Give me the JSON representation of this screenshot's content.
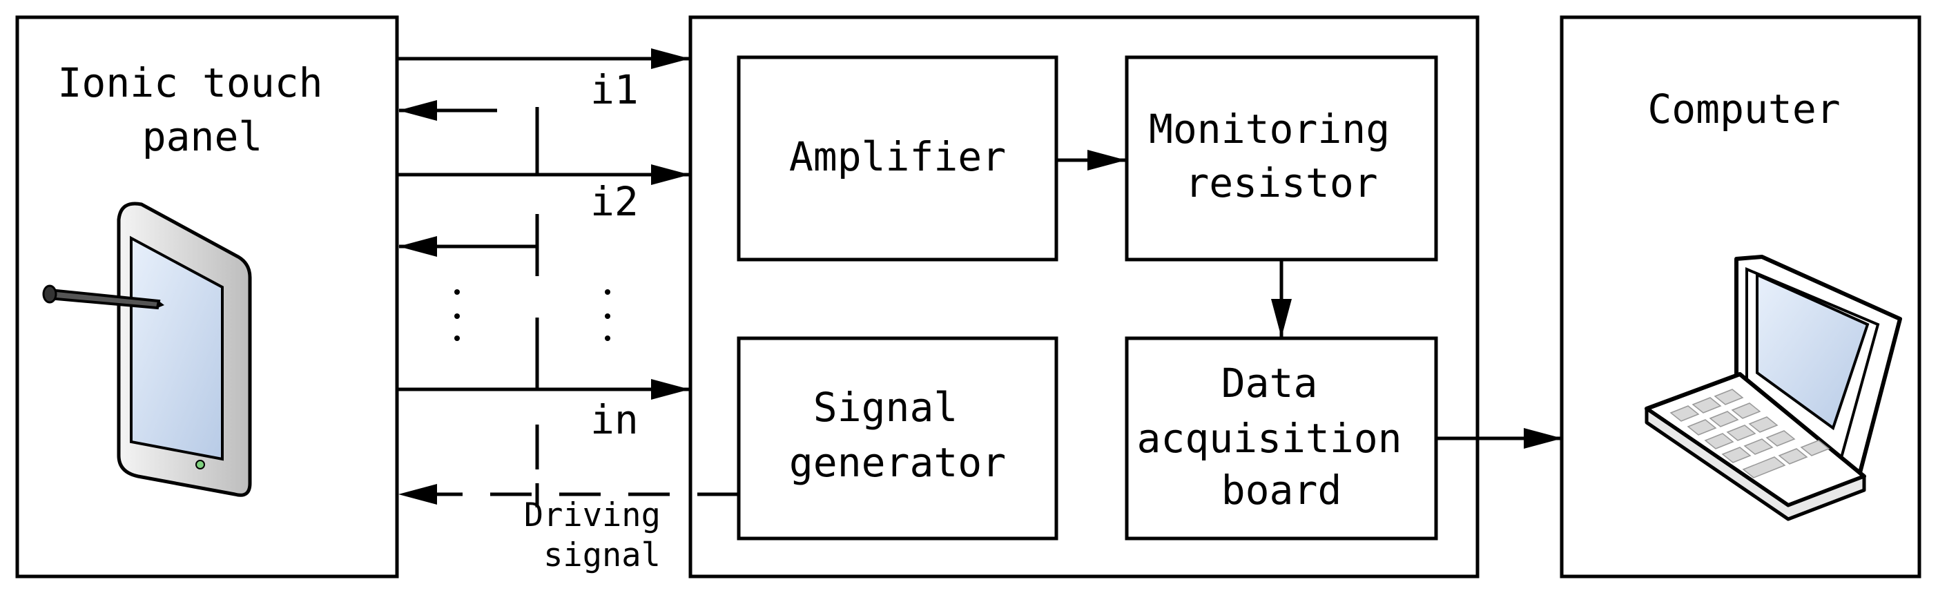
{
  "blocks": {
    "panel_label": [
      "Ionic touch",
      "panel"
    ],
    "amplifier": [
      "Amplifier"
    ],
    "monitoring_resistor": [
      "Monitoring",
      "resistor"
    ],
    "signal_generator": [
      "Signal",
      "generator"
    ],
    "data_acquisition_board": [
      "Data",
      "acquisition",
      "board"
    ],
    "computer": [
      "Computer"
    ]
  },
  "signals": {
    "i1": "i1",
    "i2": "i2",
    "in": "in",
    "vertical_dots": "⋮",
    "driving_signal": [
      "Driving",
      "signal"
    ]
  },
  "icons": {
    "tablet": "tablet-with-stylus-icon",
    "laptop": "laptop-icon"
  }
}
